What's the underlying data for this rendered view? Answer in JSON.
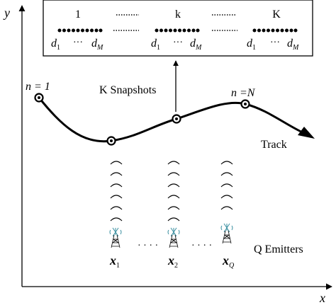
{
  "axes": {
    "x_label": "x",
    "y_label": "y"
  },
  "snapshot_box": {
    "columns": [
      {
        "index_label": "1",
        "d_first": "d",
        "d_first_sub": "1",
        "ellipsis": "···",
        "d_last": "d",
        "d_last_sub": "M"
      },
      {
        "index_label": "k",
        "d_first": "d",
        "d_first_sub": "1",
        "ellipsis": "···",
        "d_last": "d",
        "d_last_sub": "M"
      },
      {
        "index_label": "K",
        "d_first": "d",
        "d_first_sub": "1",
        "ellipsis": "···",
        "d_last": "d",
        "d_last_sub": "M"
      }
    ]
  },
  "labels": {
    "snapshots": "K Snapshots",
    "track": "Track",
    "n_start": "n = 1",
    "n_end": "n =N",
    "emitters": "Q Emitters"
  },
  "emitters": [
    {
      "symbol": "x",
      "sub": "1"
    },
    {
      "symbol": "x",
      "sub": "2"
    },
    {
      "symbol": "x",
      "sub": "Q"
    }
  ],
  "emitter_gap": "· · · ·",
  "colors": {
    "stroke": "#000000",
    "tower": "#3a8fa0"
  }
}
